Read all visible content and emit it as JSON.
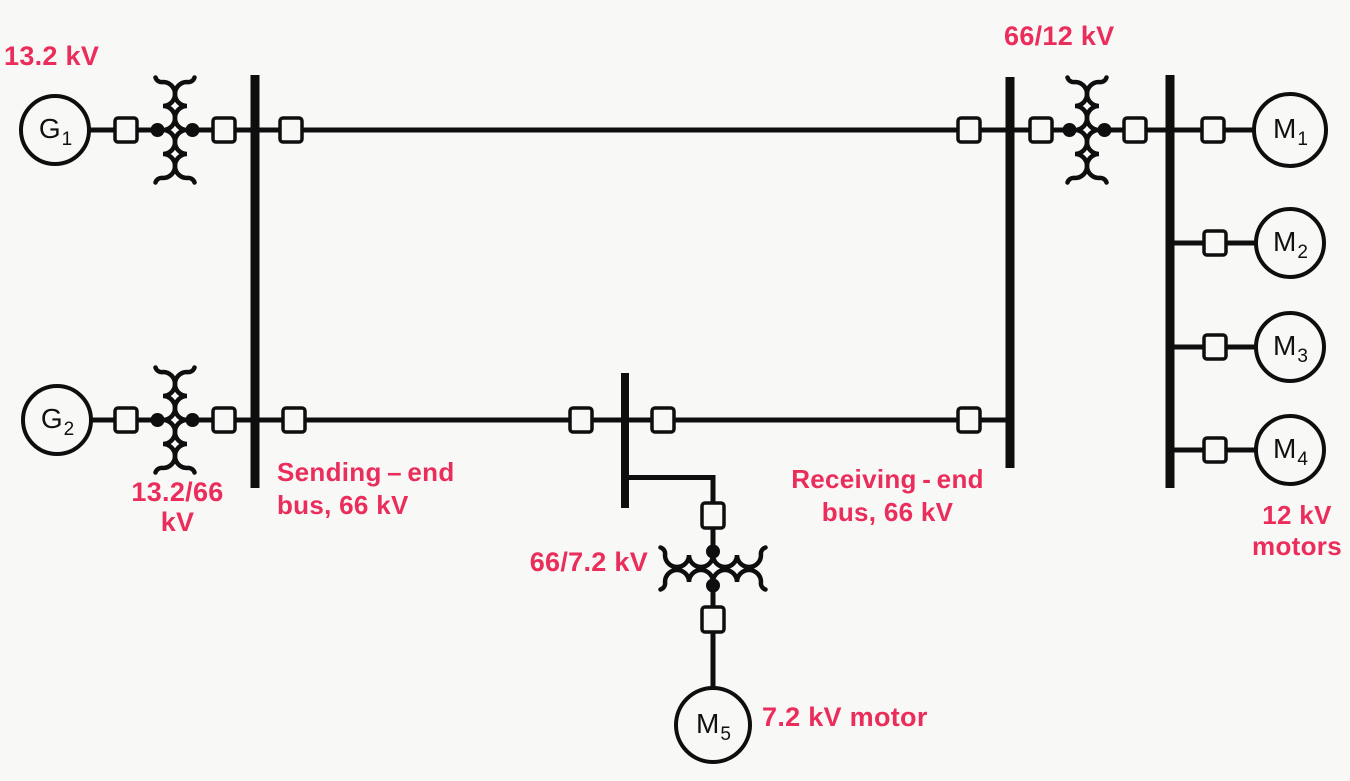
{
  "labels": {
    "g1_voltage": "13.2 kV",
    "g2_transformer_ratio": {
      "line1": "13.2/66",
      "line2": "kV"
    },
    "sending_bus": {
      "line1": "Sending – end",
      "line2": "bus, 66 kV"
    },
    "receiving_bus": {
      "line1": "Receiving - end",
      "line2": "bus, 66 kV"
    },
    "receiving_transformer_ratio": "66/12 kV",
    "tap_transformer_ratio": "66/7.2 kV",
    "m5_motor": "7.2 kV motor",
    "motors_12kv": {
      "line1": "12 kV",
      "line2": "motors"
    }
  },
  "machines": [
    {
      "letter": "G",
      "sub": "1"
    },
    {
      "letter": "G",
      "sub": "2"
    },
    {
      "letter": "M",
      "sub": "1"
    },
    {
      "letter": "M",
      "sub": "2"
    },
    {
      "letter": "M",
      "sub": "3"
    },
    {
      "letter": "M",
      "sub": "4"
    },
    {
      "letter": "M",
      "sub": "5"
    }
  ],
  "colors": {
    "annotation_pink": "#ea2d5b",
    "diagram_ink": "#0e0e0e",
    "background": "#f8f8f6"
  }
}
